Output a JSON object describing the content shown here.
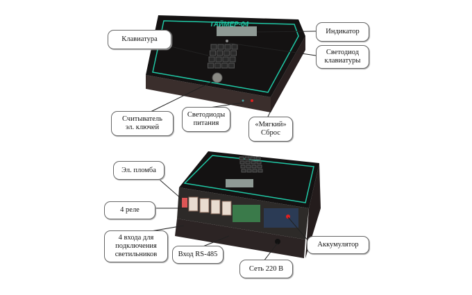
{
  "device": {
    "brand": "ТАЙМЕР-04"
  },
  "callouts": {
    "keyboard": "Клавиатура",
    "indicator": "Индикатор",
    "keyboard_led": "Светодиод\nклавиатуры",
    "key_reader": "Считыватель\nэл. ключей",
    "power_leds": "Светодиоды\nпитания",
    "soft_reset": "«Мягкий»\nСброс",
    "seal": "Эл. пломба",
    "relays": "4 реле",
    "inputs": "4 входа для\nподключения\nсветильников",
    "rs485": "Вход RS-485",
    "mains": "Сеть 220 В",
    "battery": "Аккумулятор"
  },
  "colors": {
    "accent": "#1fc9a6",
    "body": "#161313",
    "side": "#3a2a28",
    "led": "#e02020"
  }
}
